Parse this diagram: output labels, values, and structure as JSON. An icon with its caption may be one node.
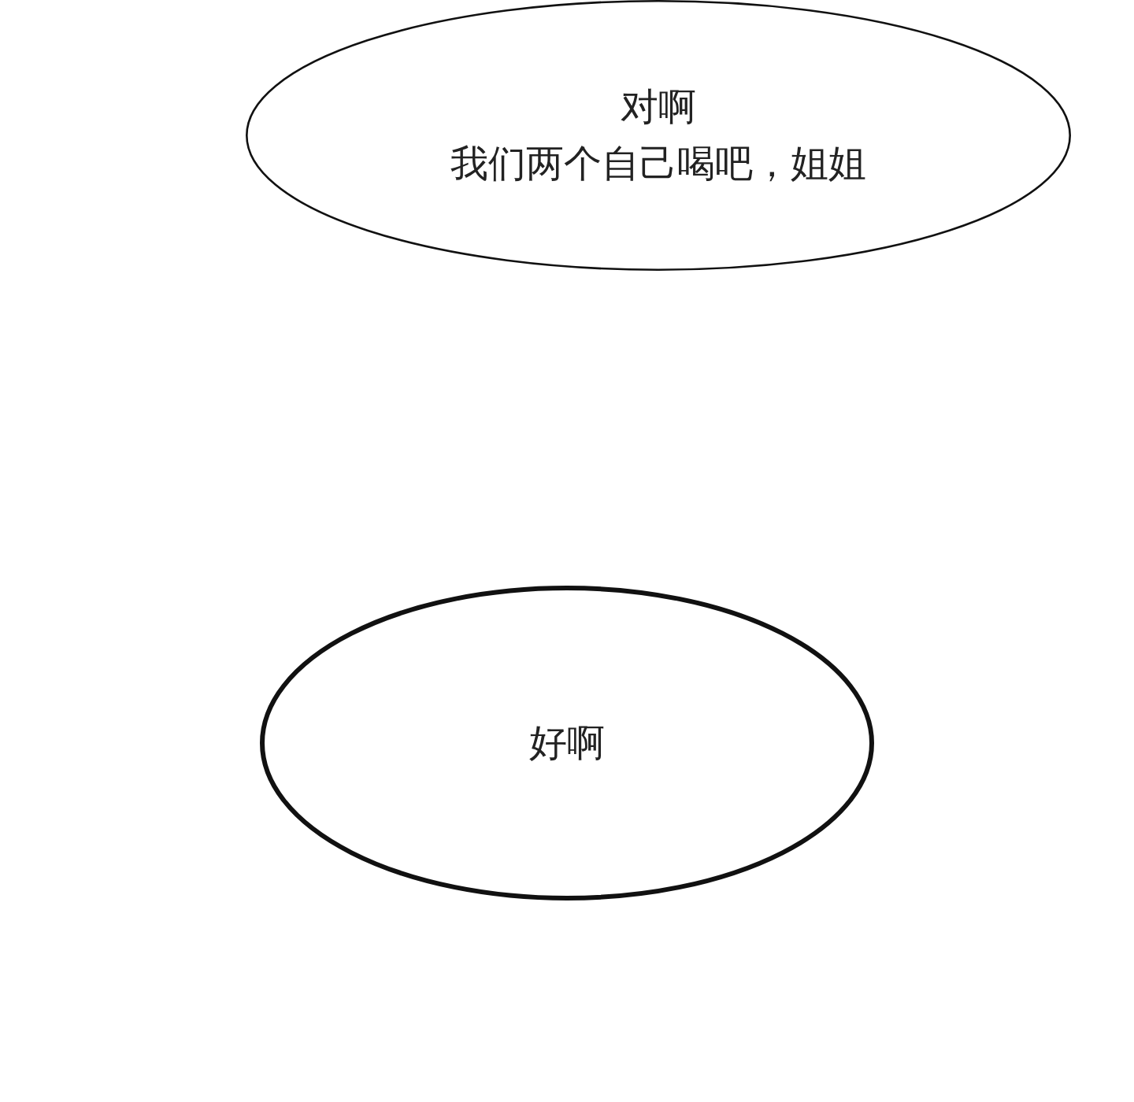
{
  "diagram": {
    "nodes": [
      {
        "text": [
          "对啊",
          "我们两个自己喝吧，姐姐"
        ]
      },
      {
        "text": [
          "好啊"
        ]
      }
    ]
  }
}
